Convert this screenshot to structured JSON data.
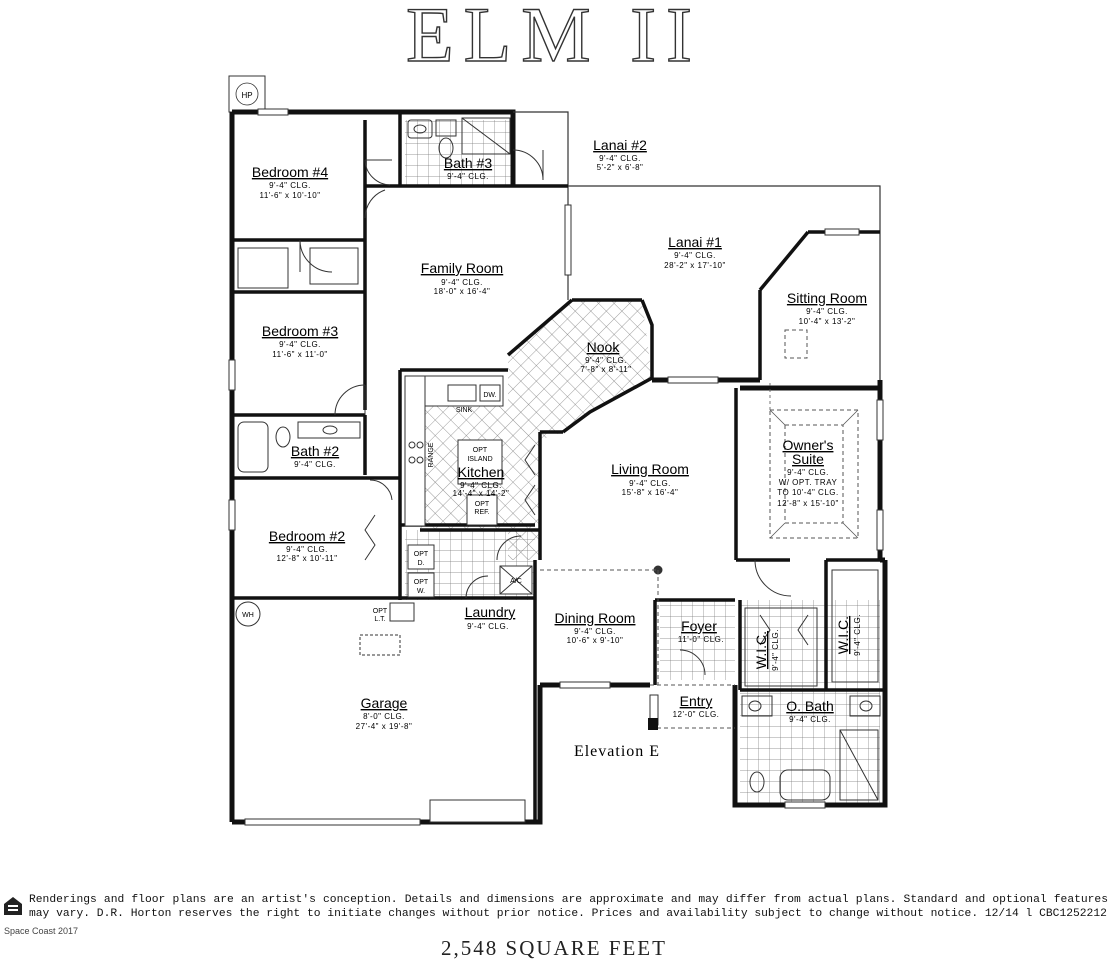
{
  "plan_title": "ELM II",
  "hp_label": "HP",
  "wh_label": "WH",
  "elevation_label": "Elevation E",
  "rooms": [
    {
      "key": "bedroom4",
      "name": "Bedroom #4",
      "ceiling": "9'-4\" CLG.",
      "size": "11'-6\" x 10'-10\""
    },
    {
      "key": "bath3",
      "name": "Bath #3",
      "ceiling": "9'-4\" CLG.",
      "size": ""
    },
    {
      "key": "lanai2",
      "name": "Lanai #2",
      "ceiling": "9'-4\" CLG.",
      "size": "5'-2\" x 6'-8\""
    },
    {
      "key": "lanai1",
      "name": "Lanai #1",
      "ceiling": "9'-4\" CLG.",
      "size": "28'-2\" x 17'-10\""
    },
    {
      "key": "family",
      "name": "Family Room",
      "ceiling": "9'-4\" CLG.",
      "size": "18'-0\" x 16'-4\""
    },
    {
      "key": "sitting",
      "name": "Sitting Room",
      "ceiling": "9'-4\" CLG.",
      "size": "10'-4\" x 13'-2\""
    },
    {
      "key": "bedroom3",
      "name": "Bedroom #3",
      "ceiling": "9'-4\" CLG.",
      "size": "11'-6\" x 11'-0\""
    },
    {
      "key": "nook",
      "name": "Nook",
      "ceiling": "9'-4\" CLG.",
      "size": "7'-8\" x 8'-11\""
    },
    {
      "key": "bath2",
      "name": "Bath #2",
      "ceiling": "9'-4\" CLG.",
      "size": ""
    },
    {
      "key": "kitchen",
      "name": "Kitchen",
      "ceiling": "9'-4\" CLG.",
      "size": "14'-4\" x 14'-2\""
    },
    {
      "key": "living",
      "name": "Living Room",
      "ceiling": "9'-4\" CLG.",
      "size": "15'-8\" x 16'-4\""
    },
    {
      "key": "owners",
      "name": "Owner's",
      "name2": "Suite",
      "ceiling": "9'-4\" CLG.",
      "extra1": "W/ OPT. TRAY",
      "extra2": "TO 10'-4\" CLG.",
      "size": "12'-8\" x 15'-10\""
    },
    {
      "key": "bedroom2",
      "name": "Bedroom #2",
      "ceiling": "9'-4\" CLG.",
      "size": "12'-8\" x 10'-11\""
    },
    {
      "key": "laundry",
      "name": "Laundry",
      "ceiling": "9'-4\" CLG.",
      "size": ""
    },
    {
      "key": "dining",
      "name": "Dining Room",
      "ceiling": "9'-4\" CLG.",
      "size": "10'-6\" x 9'-10\""
    },
    {
      "key": "foyer",
      "name": "Foyer",
      "ceiling": "11'-0\" CLG.",
      "size": ""
    },
    {
      "key": "wic1",
      "name": "W.I.C.",
      "ceiling": "9'-4\" CLG.",
      "size": ""
    },
    {
      "key": "wic2",
      "name": "W.I.C.",
      "ceiling": "9'-4\" CLG.",
      "size": ""
    },
    {
      "key": "garage",
      "name": "Garage",
      "ceiling": "8'-0\" CLG.",
      "size": "27'-4\" x 19'-8\""
    },
    {
      "key": "entry",
      "name": "Entry",
      "ceiling": "12'-0\" CLG.",
      "size": ""
    },
    {
      "key": "obath",
      "name": "O. Bath",
      "ceiling": "9'-4\" CLG.",
      "size": ""
    }
  ],
  "fixtures": {
    "sink": "SINK",
    "dw": "DW.",
    "range": "RANGE",
    "island1": "OPT",
    "island2": "ISLAND",
    "ref1": "OPT",
    "ref2": "REF.",
    "dryer1": "OPT",
    "dryer2": "D.",
    "washer1": "OPT",
    "washer2": "W.",
    "ac": "A/C",
    "laundry_tub1": "OPT",
    "laundry_tub2": "L.T."
  },
  "disclaimer": "Renderings and floor plans are an artist's conception.  Details and dimensions are approximate and may differ from actual plans.  Standard and optional features may vary.  D.R. Horton reserves the right to initiate changes without prior notice.  Prices and availability subject to change without notice.  12/14 l CBC1252212",
  "credit": "Space Coast 2017",
  "square_feet": "2,548 SQUARE FEET"
}
